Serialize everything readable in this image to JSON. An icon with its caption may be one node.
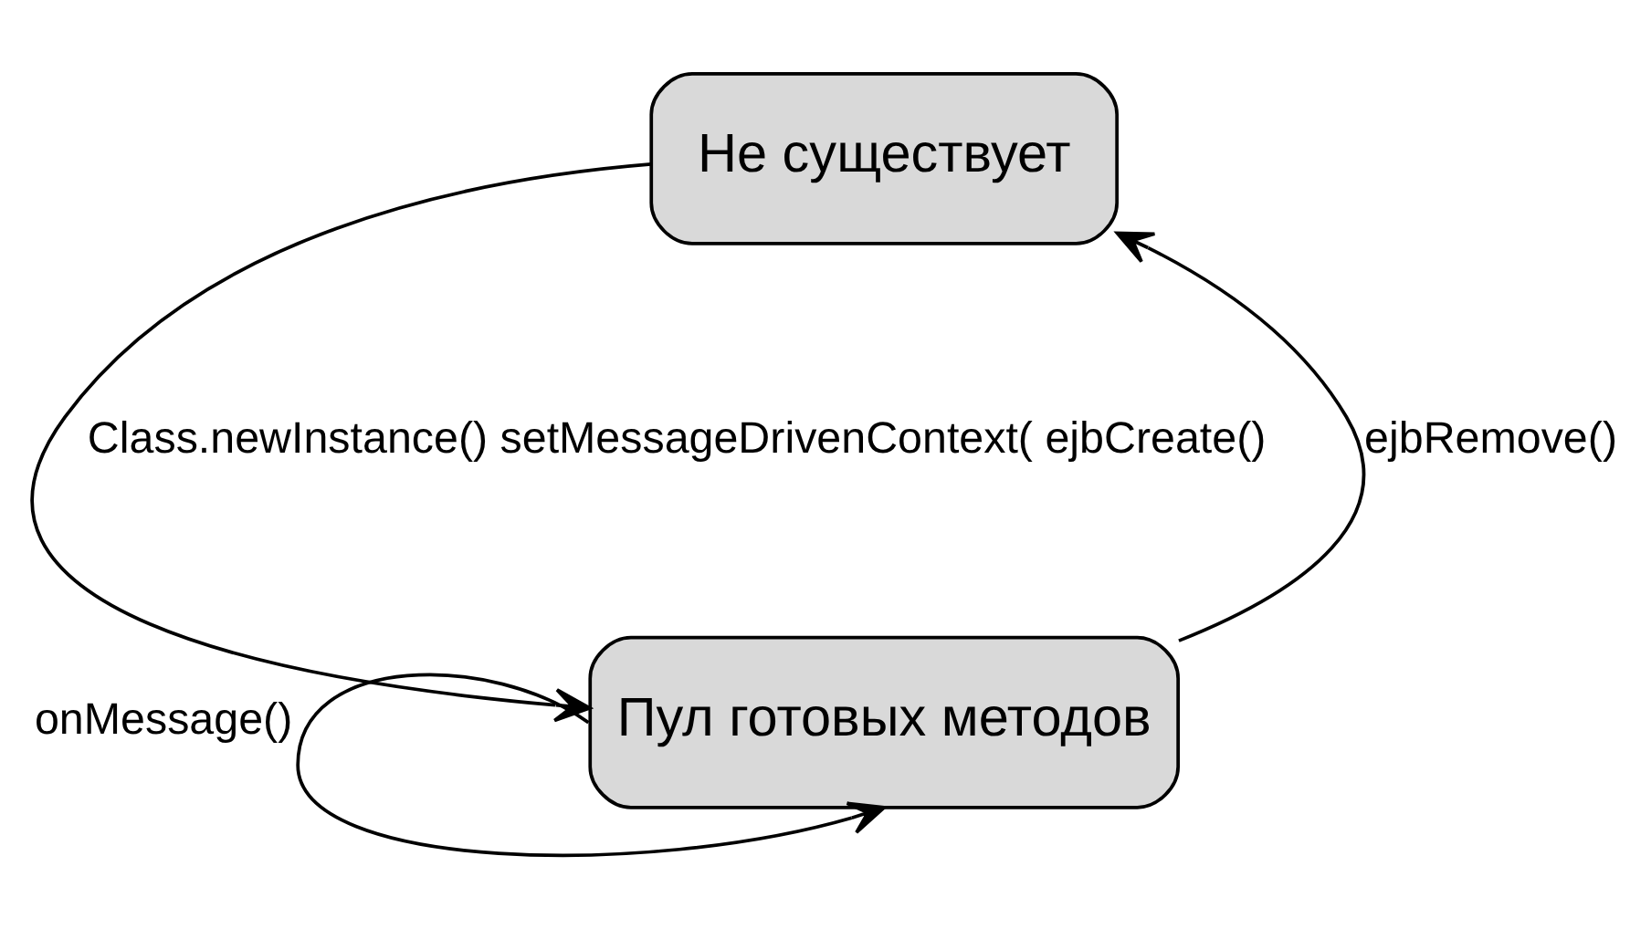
{
  "diagram": {
    "nodes": [
      {
        "text": [
          "Не существует"
        ]
      },
      {
        "text": [
          "Пул готовых методов"
        ]
      }
    ],
    "edges": [
      {
        "from": 0,
        "to": 1,
        "arrow": "to",
        "label": "Class.newInstance() setMessageDrivenContext( ejbCreate()"
      },
      {
        "from": 1,
        "to": 0,
        "arrow": "to",
        "label": "ejbRemove()"
      },
      {
        "from": 1,
        "to": 1,
        "arrow": "to",
        "label": "onMessage()"
      }
    ]
  }
}
